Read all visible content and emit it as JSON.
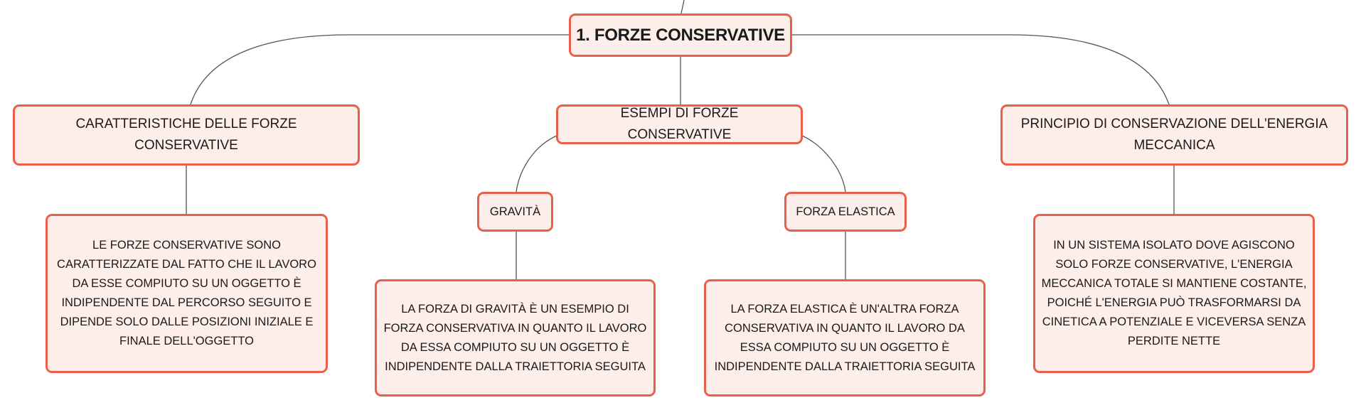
{
  "colors": {
    "node_fill": "#fdeeea",
    "node_border": "#e8604c",
    "connector": "#555555",
    "text": "#1a1a1a"
  },
  "mindmap": {
    "root": "1. FORZE CONSERVATIVE",
    "branches": {
      "caratteristiche": {
        "title": "CARATTERISTICHE DELLE FORZE CONSERVATIVE",
        "description": "LE FORZE CONSERVATIVE SONO CARATTERIZZATE DAL FATTO CHE IL LAVORO DA ESSE COMPIUTO SU UN OGGETTO È INDIPENDENTE DAL PERCORSO SEGUITO E DIPENDE SOLO DALLE POSIZIONI INIZIALE E FINALE DELL'OGGETTO"
      },
      "esempi": {
        "title": "ESEMPI DI FORZE CONSERVATIVE",
        "gravita": {
          "title": "GRAVITÀ",
          "description": "LA FORZA DI GRAVITÀ È UN ESEMPIO DI FORZA CONSERVATIVA IN QUANTO IL LAVORO DA ESSA COMPIUTO SU UN OGGETTO È INDIPENDENTE DALLA TRAIETTORIA SEGUITA"
        },
        "elastica": {
          "title": "FORZA ELASTICA",
          "description": "LA FORZA ELASTICA È UN'ALTRA FORZA CONSERVATIVA IN QUANTO IL LAVORO DA ESSA COMPIUTO SU UN OGGETTO È INDIPENDENTE DALLA TRAIETTORIA SEGUITA"
        }
      },
      "principio": {
        "title": "PRINCIPIO DI CONSERVAZIONE DELL'ENERGIA MECCANICA",
        "description": "IN UN SISTEMA ISOLATO DOVE AGISCONO SOLO FORZE CONSERVATIVE, L'ENERGIA MECCANICA TOTALE SI MANTIENE COSTANTE, POICHÉ L'ENERGIA PUÒ TRASFORMARSI DA CINETICA A POTENZIALE E VICEVERSA SENZA PERDITE NETTE"
      }
    }
  }
}
